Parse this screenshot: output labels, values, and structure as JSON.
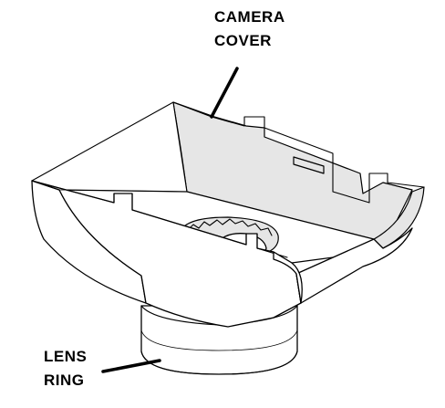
{
  "labels": {
    "camera_cover": {
      "line1": "CAMERA",
      "line2": "COVER"
    },
    "lens_ring": {
      "line1": "LENS",
      "line2": "RING"
    }
  },
  "colors": {
    "line": "#000000",
    "background": "#ffffff",
    "shading": "#e6e6e6"
  }
}
